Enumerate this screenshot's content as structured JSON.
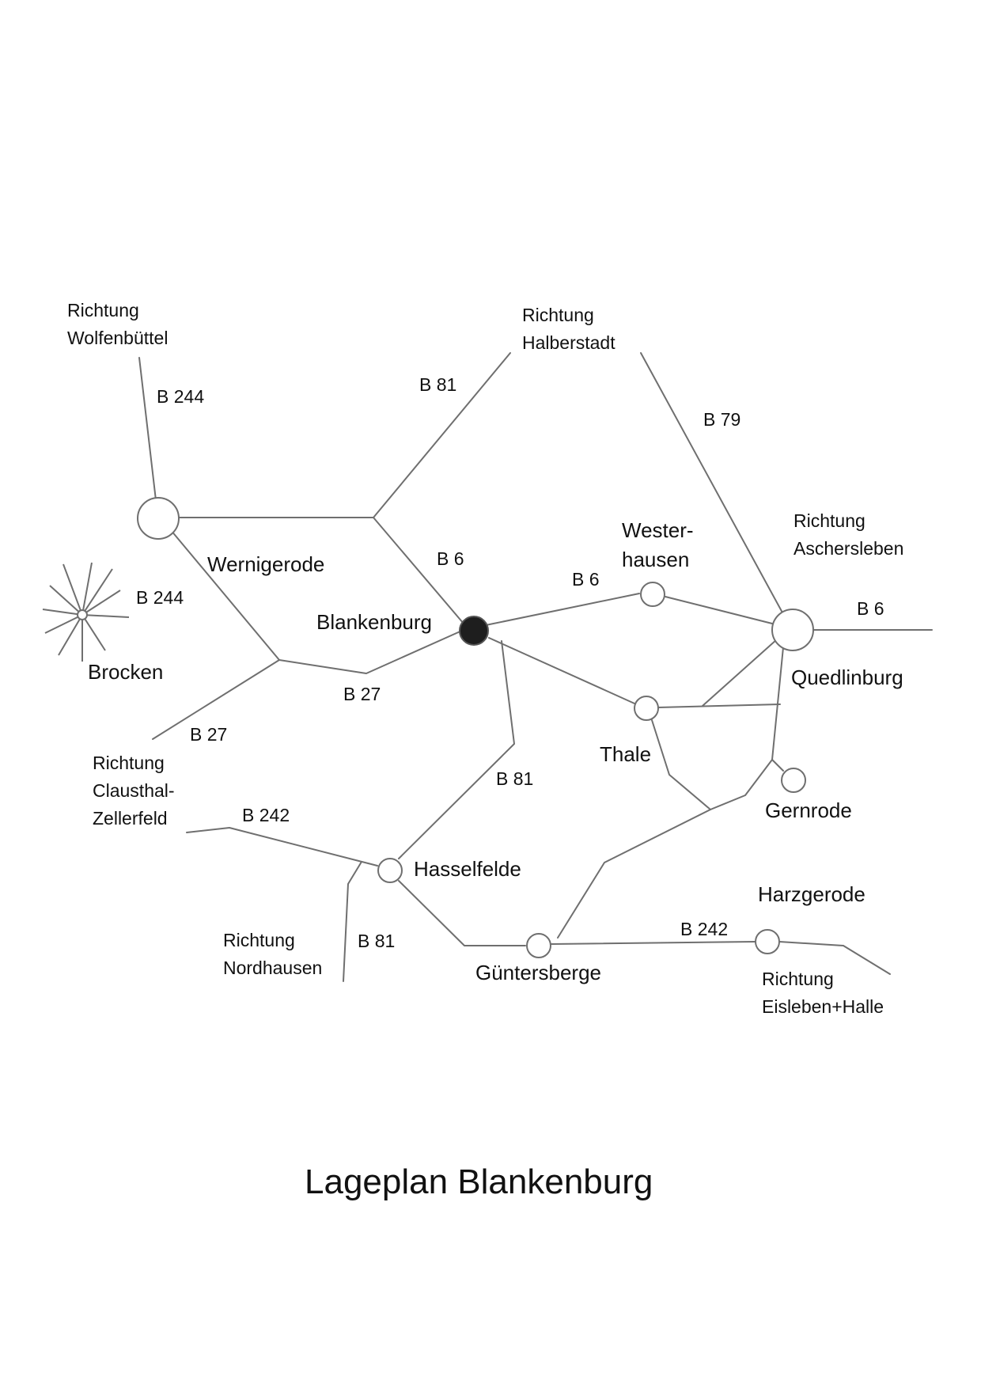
{
  "title": "Lageplan Blankenburg",
  "places": {
    "blankenburg": "Blankenburg",
    "wernigerode": "Wernigerode",
    "brocken": "Brocken",
    "westerhausen_1": "Wester-",
    "westerhausen_2": "hausen",
    "quedlinburg": "Quedlinburg",
    "thale": "Thale",
    "gernrode": "Gernrode",
    "hasselfelde": "Hasselfelde",
    "guentersberge": "Güntersberge",
    "harzgerode": "Harzgerode"
  },
  "directions": {
    "wolfenbuettel": [
      "Richtung",
      "Wolfenbüttel"
    ],
    "halberstadt": [
      "Richtung",
      "Halberstadt"
    ],
    "aschersleben": [
      "Richtung",
      "Aschersleben"
    ],
    "clausthal": [
      "Richtung",
      "Clausthal-",
      "Zellerfeld"
    ],
    "nordhausen": [
      "Richtung",
      "Nordhausen"
    ],
    "eisleben": [
      "Richtung",
      "Eisleben+Halle"
    ]
  },
  "roads": {
    "b244_north": "B 244",
    "b244_brocken": "B 244",
    "b81_north": "B 81",
    "b79": "B 79",
    "b6_wernigerode": "B 6",
    "b6_westerhausen": "B 6",
    "b6_east": "B 6",
    "b27_blankenburg": "B 27",
    "b27_clausthal": "B 27",
    "b81_south": "B 81",
    "b242_west": "B 242",
    "b81_nordhausen": "B 81",
    "b242_east": "B 242"
  },
  "colors": {
    "road": "#6f6f6f",
    "main_town": "#1e1e1e",
    "text": "#111111"
  }
}
